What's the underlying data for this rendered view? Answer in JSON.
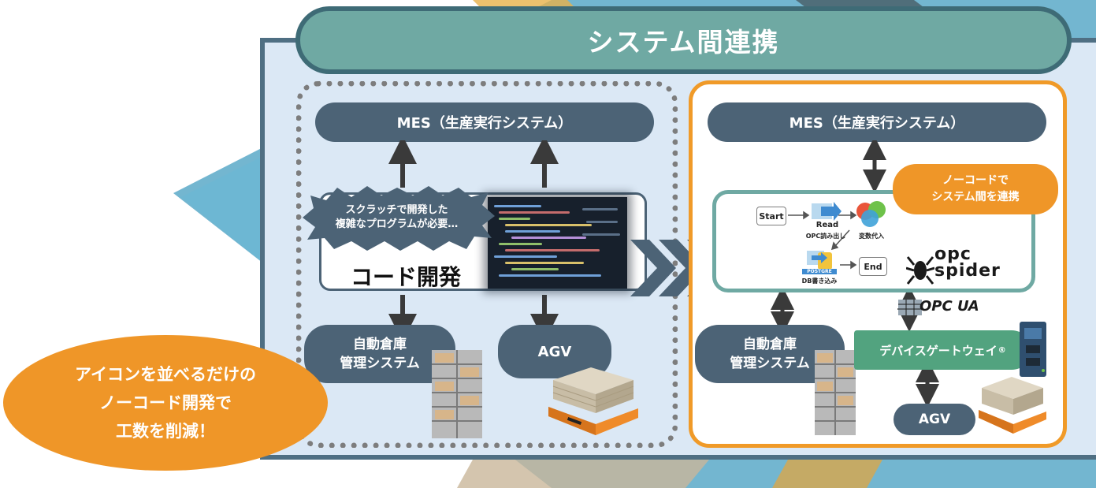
{
  "title": "システム間連携",
  "left": {
    "mes": "MES（生産実行システム）",
    "burst_lines": [
      "スクラッチで開発した",
      "複雑なプログラムが必要…"
    ],
    "code_label": "コード開発",
    "warehouse_lines": [
      "自動倉庫",
      "管理システム"
    ],
    "agv": "AGV"
  },
  "right": {
    "mes": "MES（生産実行システム）",
    "nocode_lines": [
      "ノーコードで",
      "システム間を連携"
    ],
    "flow": {
      "start": "Start",
      "read": "Read",
      "opc_read": "OPC読み出し",
      "var_assign": "変数代入",
      "end": "End",
      "db_write": "DB書き込み",
      "postgre": "POSTGRE"
    },
    "opc_spider_lines": [
      "opc",
      "spider"
    ],
    "opc_ua": "OPC UA",
    "warehouse_lines": [
      "自動倉庫",
      "管理システム"
    ],
    "gateway": "デバイスゲートウェイ",
    "gateway_mark": "®",
    "agv": "AGV"
  },
  "callout_lines": [
    "アイコンを並べるだけの",
    "ノーコード開発で",
    "工数を削減！"
  ],
  "colors": {
    "panel": "#dbe8f5",
    "title_bar": "#6fa9a3",
    "pill": "#4c6376",
    "accent_orange": "#ef9628",
    "gateway_green": "#52a37f"
  }
}
